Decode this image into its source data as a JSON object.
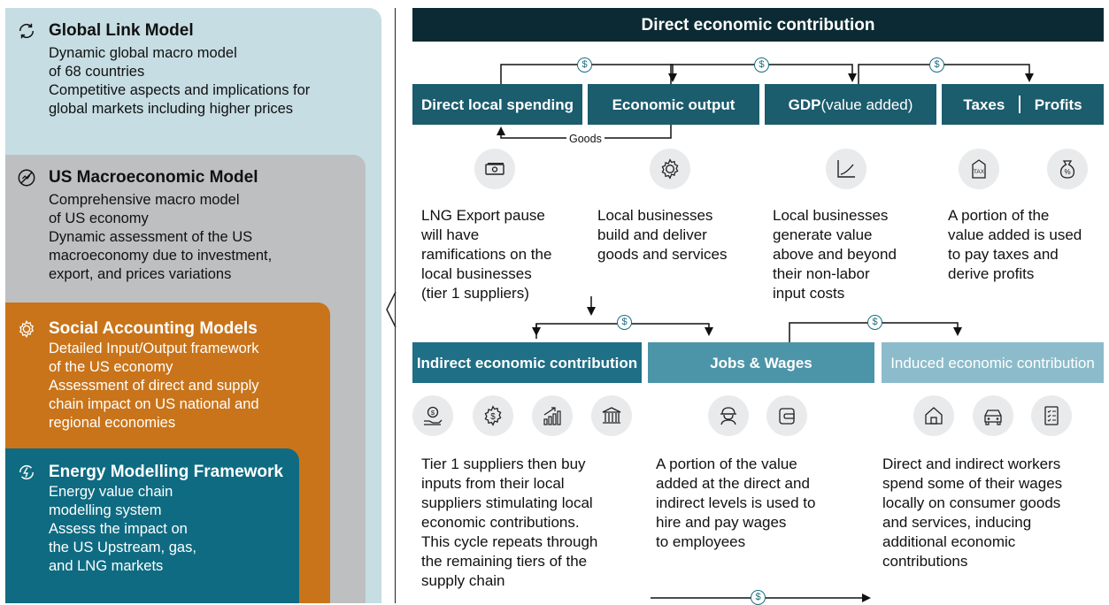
{
  "left_panel": {
    "global": {
      "title": "Global Link Model",
      "lines": [
        "Dynamic global macro model",
        "of 68 countries",
        "Competitive aspects and implications for",
        "global markets including higher prices"
      ]
    },
    "us": {
      "title": "US Macroeconomic Model",
      "lines": [
        "Comprehensive macro model",
        "of US economy",
        "Dynamic assessment of the US",
        "macroeconomy due to investment,",
        "export, and prices variations"
      ]
    },
    "sam": {
      "title": "Social Accounting Models",
      "lines": [
        "Detailed Input/Output framework",
        "of the US economy",
        "Assessment of direct and supply",
        "chain impact on US national and",
        "regional economies"
      ]
    },
    "emf": {
      "title": "Energy Modelling Framework",
      "lines": [
        "Energy value chain",
        "modelling system",
        "Assess the impact on",
        "the US Upstream, gas,",
        "and LNG markets"
      ]
    }
  },
  "diagram": {
    "header": "Direct economic contribution",
    "coin_symbol": "$",
    "goods_label": "Goods",
    "top_boxes": {
      "direct_local": "Direct local spending",
      "economic_output": "Economic output",
      "gdp_bold": "GDP",
      "gdp_rest": " (value added)",
      "taxes": "Taxes",
      "profits": "Profits"
    },
    "top_desc": {
      "lng": [
        "LNG Export pause",
        "will have",
        "ramifications on the",
        "local businesses",
        "(tier 1 suppliers)"
      ],
      "local_build": [
        "Local businesses",
        "build and deliver",
        "goods and services"
      ],
      "local_value": [
        "Local businesses",
        "generate value",
        "above and beyond",
        "their non-labor",
        "input costs"
      ],
      "portion_tax": [
        "A portion of the",
        "value added is used",
        "to pay taxes and",
        "derive profits"
      ]
    },
    "mid_boxes": {
      "indirect": "Indirect economic contribution",
      "jobs": "Jobs & Wages",
      "induced": "Induced economic contribution"
    },
    "bottom_desc": {
      "tier1": [
        "Tier 1 suppliers then buy",
        "inputs from their local",
        "suppliers stimulating local",
        "economic contributions.",
        "This cycle repeats through",
        "the remaining tiers of the",
        "supply chain"
      ],
      "portion_wages": [
        "A portion of the value",
        "added at the direct and",
        "indirect levels is used to",
        "hire and pay wages",
        "to employees"
      ],
      "workers": [
        "Direct and indirect workers",
        "spend some of their wages",
        "locally on consumer goods",
        "and services, inducing",
        "additional economic",
        "contributions"
      ]
    },
    "colors": {
      "dark_navy": "#0c2a33",
      "dark_teal": "#1b5c6d",
      "teal": "#1f6f86",
      "mid_teal": "#4c95a8",
      "light_teal": "#8cbccb",
      "orange": "#c9741a",
      "grey": "#bebfc1",
      "light_blue": "#c6dde3"
    }
  }
}
